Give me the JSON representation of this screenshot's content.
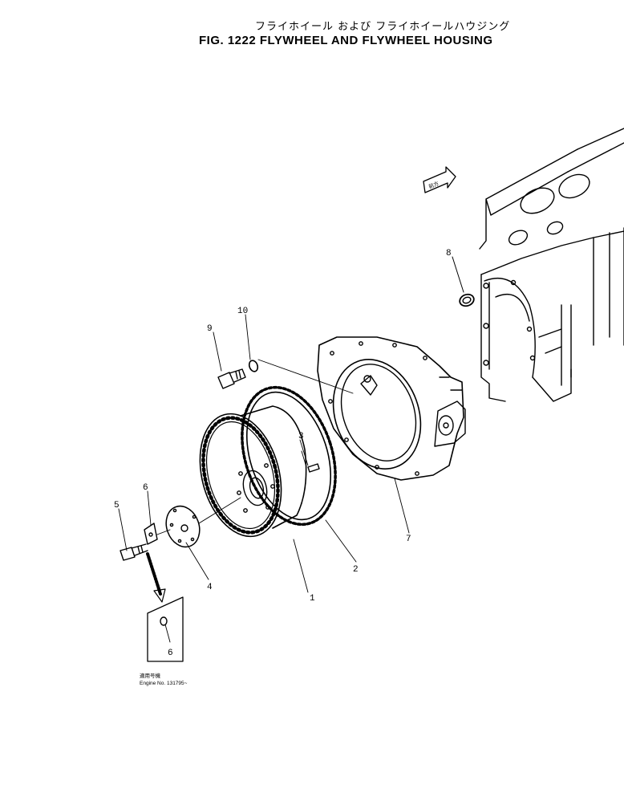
{
  "title": {
    "japanese": "フライホイール および フライホイールハウジング",
    "english": "FIG. 1222  FLYWHEEL AND FLYWHEEL HOUSING"
  },
  "direction_arrow_label": "前方",
  "callouts": [
    "1",
    "2",
    "3",
    "4",
    "5",
    "6",
    "7",
    "8",
    "9",
    "10",
    "6"
  ],
  "note": {
    "line1": "適用号機",
    "line2": "Engine  No.  131795~"
  }
}
